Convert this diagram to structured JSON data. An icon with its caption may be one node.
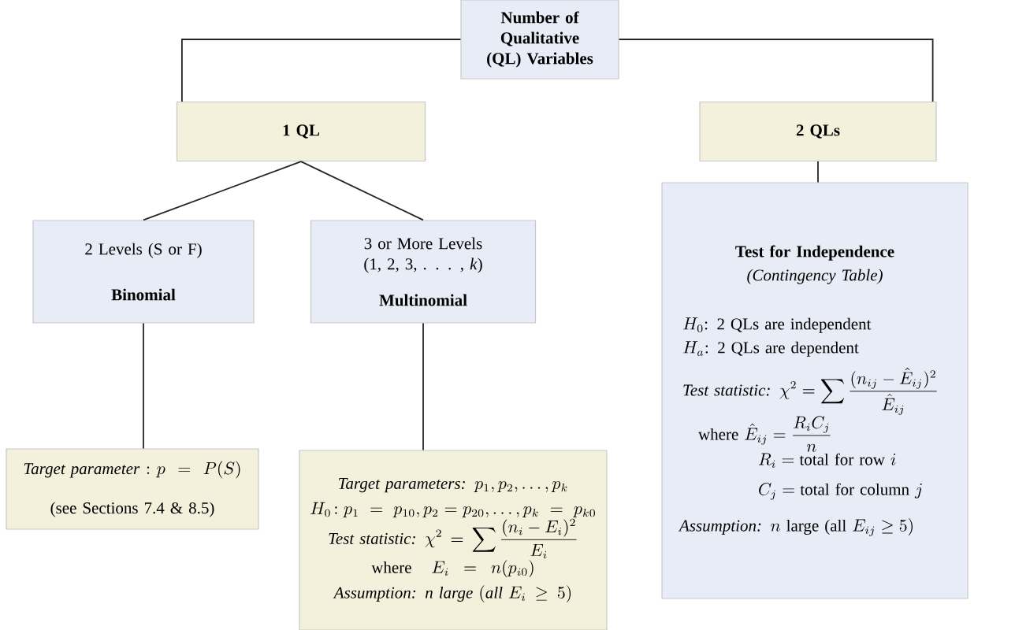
{
  "diagram": {
    "nodes": [
      {
        "text": [
          "Number of Qualitative (QL) Variables"
        ]
      },
      {
        "text": [
          "1 QL"
        ]
      },
      {
        "text": [
          "2 QLs"
        ]
      },
      {
        "text": [
          "2 Levels (S or F)",
          "Binomial"
        ]
      },
      {
        "text": [
          "3 or More Levels (1, 2, 3, . . . , *k*)",
          "Multinomial"
        ]
      },
      {
        "text": [
          "\\textit{Target parameter}: p \\;=\\; P(S)",
          "(see Sections 7.4 & 8.5)"
        ]
      },
      {
        "text": [
          "\\textit{Target parameters: } p_1, p_2, \\ldots, p_k",
          "H_0\\!: p_1 \\;=\\; p_{10}, p_2 = p_{20}, \\ldots, p_k \\;=\\; p_{k0}",
          "\\textit{Test statistic: } \\chi^2 = \\sum\\frac{(n_i - E_i)^2}{E_i}",
          "\\mbox{where } \\; E_i = n(p_{i0})",
          "\\textit{Assumption: n large }(\\textit{all } E_i \\geq 5)"
        ]
      },
      {
        "text": [
          "Test for Independence",
          "(Contingency Table)",
          "H_0\\mbox{: 2 QLs are independent}",
          "H_a\\mbox{: 2 QLs are dependent}",
          "\\textit{Test statistic: } \\chi^2 = \\sum\\frac{(n_{ij} - \\hat{E}_{ij})^2}{\\hat{E}_{ij}}",
          "\\mbox{where } \\hat{E}_{ij} = \\frac{R_iC_j}{n}",
          "R_i = \\mbox{total for row } i",
          "C_j = \\mbox{total for column } j",
          "\\textit{Assumption: } n \\mbox{ large (all } E_{ij} \\geq 5)"
        ]
      }
    ],
    "edges": [
      {
        "from": 0,
        "to": 1,
        "arrow": "none"
      },
      {
        "from": 0,
        "to": 2,
        "arrow": "none"
      },
      {
        "from": 1,
        "to": 3,
        "arrow": "none"
      },
      {
        "from": 1,
        "to": 4,
        "arrow": "none"
      },
      {
        "from": 3,
        "to": 5,
        "arrow": "none"
      },
      {
        "from": 4,
        "to": 6,
        "arrow": "none"
      },
      {
        "from": 2,
        "to": 7,
        "arrow": "none"
      }
    ]
  }
}
